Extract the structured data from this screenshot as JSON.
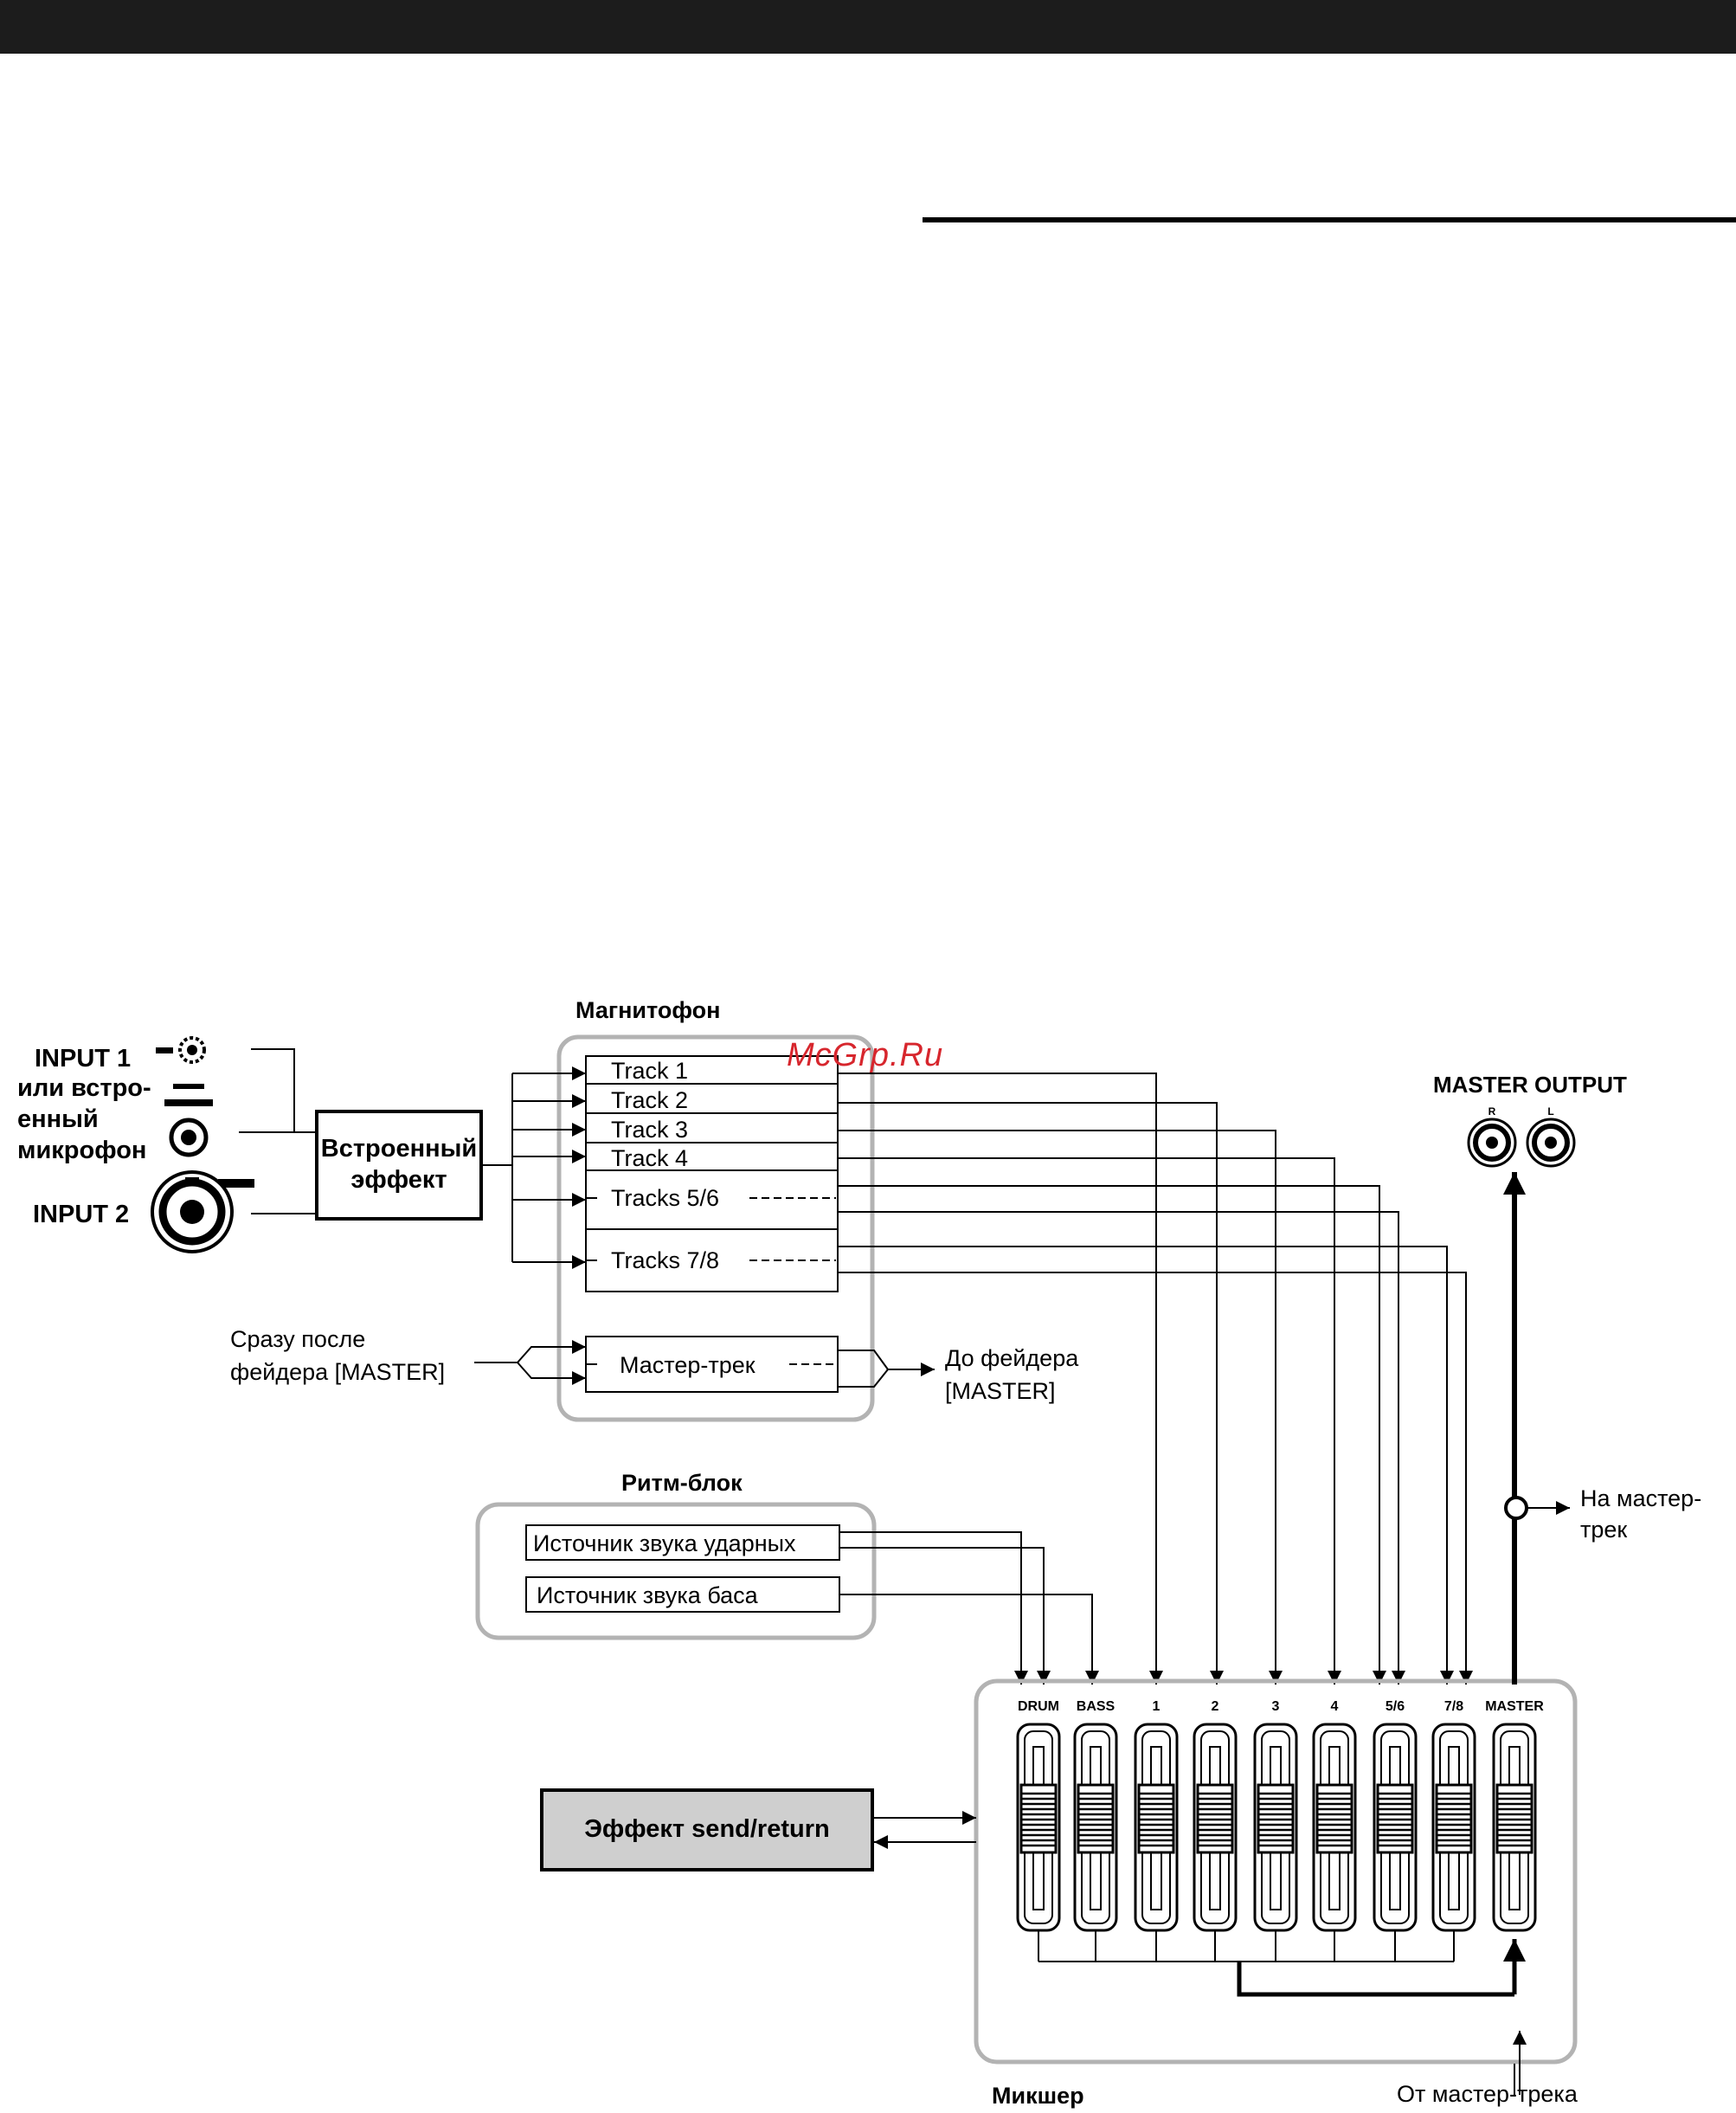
{
  "watermark": "McGrp.Ru",
  "recorder": {
    "title": "Магнитофон",
    "tracks": [
      "Track 1",
      "Track 2",
      "Track 3",
      "Track 4",
      "Tracks 5/6",
      "Tracks 7/8"
    ],
    "master_track": "Мастер-трек"
  },
  "inputs": {
    "input1": "INPUT 1",
    "builtin_mic": [
      "или встро-",
      "енный",
      "микрофон"
    ],
    "input2": "INPUT 2"
  },
  "effect": {
    "label": [
      "Встроенный",
      "эффект"
    ]
  },
  "post_fader": [
    "Сразу после",
    "фейдера [MASTER]"
  ],
  "pre_fader": [
    "До фейдера",
    "[MASTER]"
  ],
  "rhythm": {
    "title": "Ритм-блок",
    "drum_source": "Источник звука ударных",
    "bass_source": "Источник звука баса"
  },
  "send_return": "Эффект send/return",
  "mixer": {
    "title": "Микшер",
    "channels": [
      "DRUM",
      "BASS",
      "1",
      "2",
      "3",
      "4",
      "5/6",
      "7/8",
      "MASTER"
    ]
  },
  "master_output": {
    "label": "MASTER OUTPUT",
    "jacks": [
      "R",
      "L"
    ]
  },
  "to_master_track": [
    "На мастер-",
    "трек"
  ],
  "from_master_track": "От мастер-трека",
  "colors": {
    "box_outline": "#b3b3b3",
    "send_fill": "#cfcfcf",
    "topbar": "#1c1c1c",
    "watermark": "#d7262d"
  }
}
